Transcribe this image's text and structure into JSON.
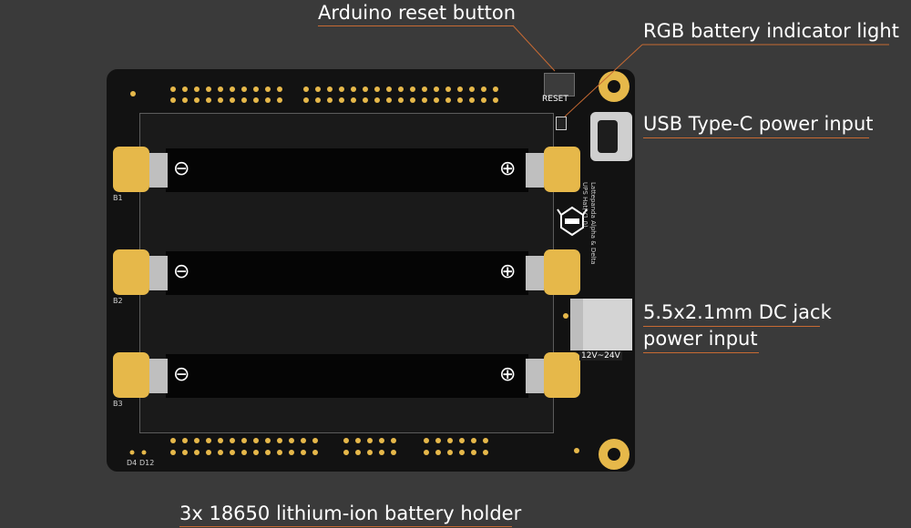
{
  "callouts": {
    "reset": "Arduino reset button",
    "rgb": "RGB battery indicator light",
    "usb": "USB Type-C power input",
    "dc_line1": "5.5x2.1mm DC jack",
    "dc_line2": "power input",
    "holder": "3x 18650 lithium-ion battery holder"
  },
  "board": {
    "reset_label": "RESET",
    "voltage_label": "12V~24V",
    "battery_labels": [
      "B1",
      "B2",
      "B3"
    ],
    "led_labels": [
      "D4",
      "D12"
    ],
    "product_line1": "Lattepanda Alpha & Delta",
    "product_line2": "UPS Hat(V1.0)",
    "minus_symbol": "⊖",
    "plus_symbol": "⊕"
  },
  "colors": {
    "background": "#3a3a3a",
    "board": "#121212",
    "gold": "#e6b84a",
    "leader": "#c76a33"
  }
}
